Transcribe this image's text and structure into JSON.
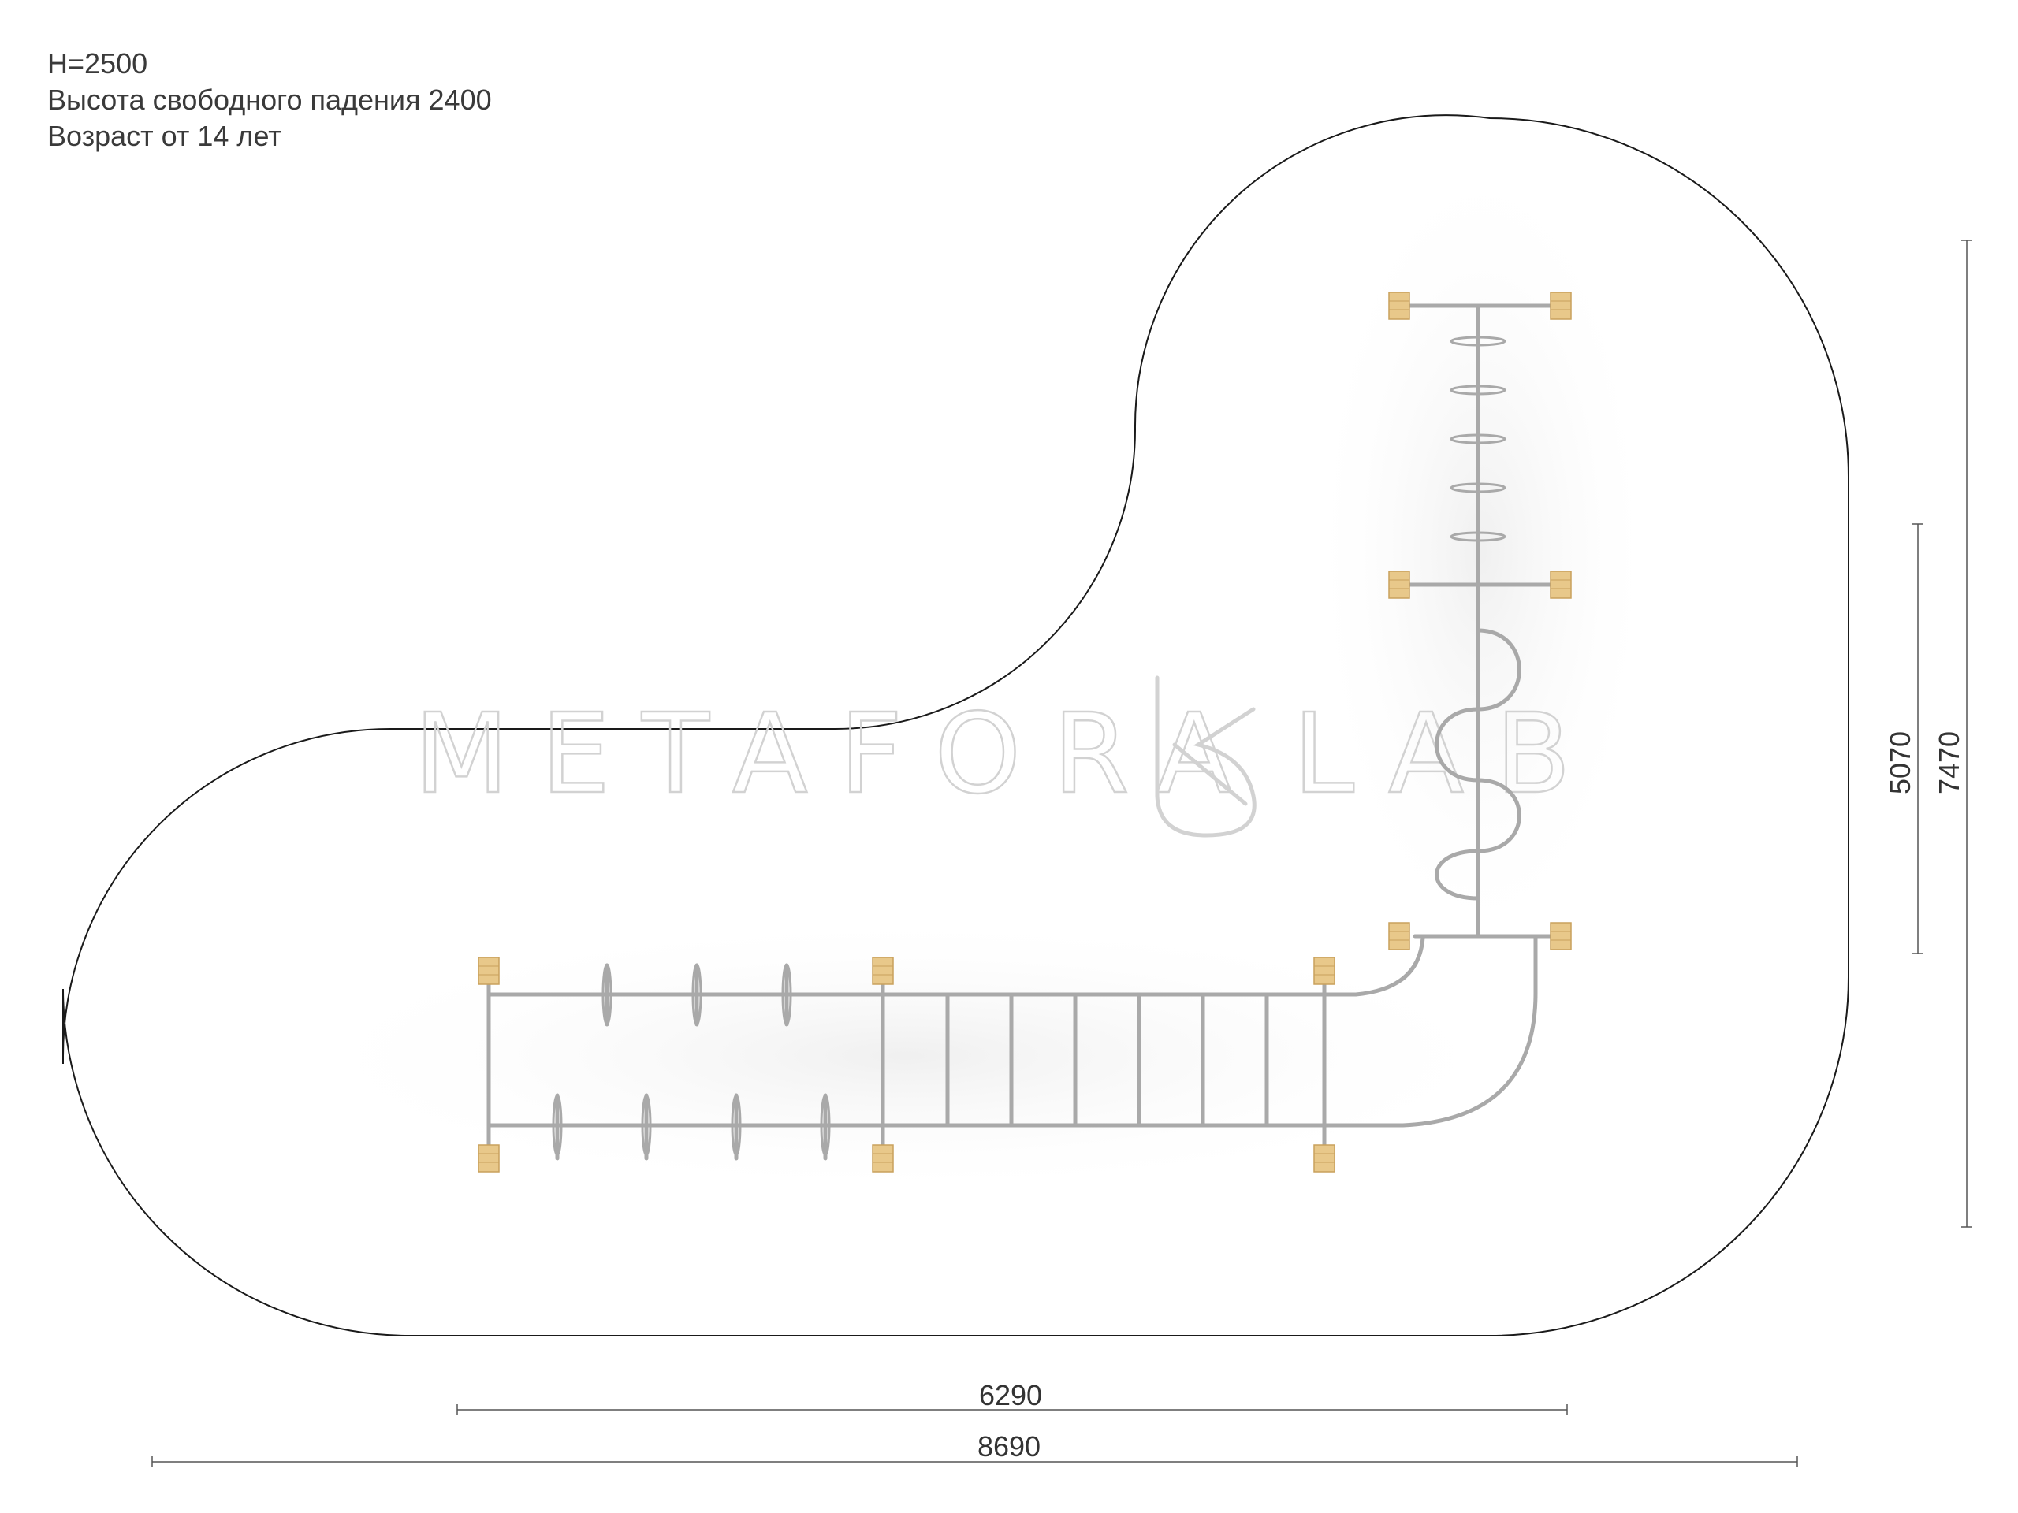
{
  "info": {
    "height": "H=2500",
    "fall_height": "Высота свободного падения 2400",
    "age": "Возраст от 14 лет"
  },
  "watermark": {
    "left": "METAFORA",
    "right": "LAB"
  },
  "dimensions": {
    "width_inner": "6290",
    "width_total": "8690",
    "height_inner": "5070",
    "height_total": "7470"
  },
  "colors": {
    "outline": "#1a1a1a",
    "pipe": "#a9a9a9",
    "wood": "#e8c88a",
    "dimension_line": "#555555",
    "watermark": "#d2d2d2"
  }
}
